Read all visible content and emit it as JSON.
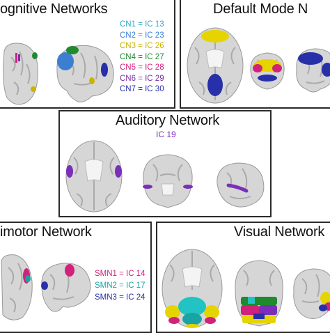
{
  "panels": {
    "cognitive": {
      "title": "ognitive Networks",
      "legend": [
        {
          "label": "CN1 = IC 13",
          "color": "#2aa9c9"
        },
        {
          "label": "CN2 = IC 23",
          "color": "#3c7fd0"
        },
        {
          "label": "CN3 = IC 26",
          "color": "#c9b400"
        },
        {
          "label": "CN4 = IC 27",
          "color": "#1f8a2e"
        },
        {
          "label": "CN5 = IC 28",
          "color": "#d0227a"
        },
        {
          "label": "CN6 = IC 29",
          "color": "#7a2fa8"
        },
        {
          "label": "CN7 = IC 30",
          "color": "#2730a8"
        }
      ]
    },
    "default_mode": {
      "title": "Default Mode N"
    },
    "auditory": {
      "title": "Auditory Network",
      "subtitle": "IC 19",
      "subtitle_color": "#7a2fb8"
    },
    "sensorimotor": {
      "title": "imotor Network",
      "legend": [
        {
          "label": "SMN1 = IC 14",
          "color": "#d0227a"
        },
        {
          "label": "SMN2 = IC 17",
          "color": "#1aa3a3"
        },
        {
          "label": "SMN3 = IC 24",
          "color": "#2730a8"
        }
      ]
    },
    "visual": {
      "title": "Visual Network"
    }
  }
}
